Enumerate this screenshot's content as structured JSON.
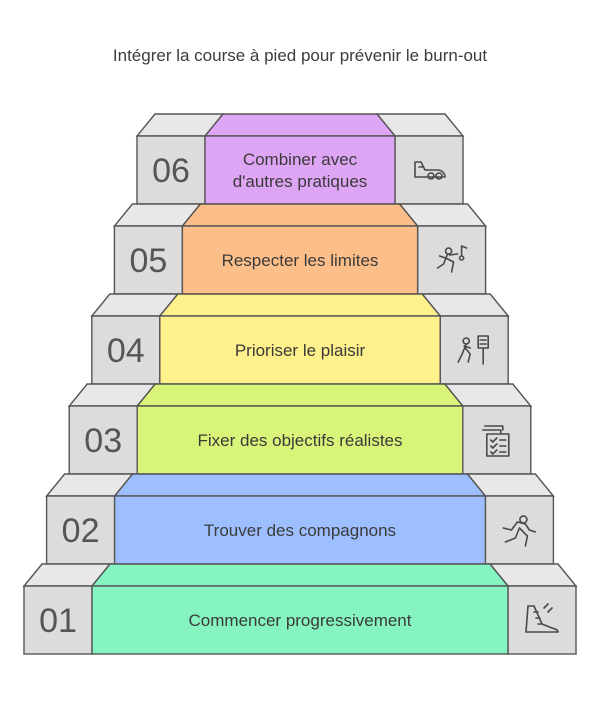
{
  "title": "Intégrer la course à pied pour prévenir le burn-out",
  "steps": [
    {
      "number": "06",
      "label": [
        "Combiner avec",
        "d'autres pratiques"
      ],
      "color": "#dea5f4",
      "icon": "shoe-icon"
    },
    {
      "number": "05",
      "label": [
        "Respecter les limites"
      ],
      "color": "#fdbf8a",
      "icon": "runner-music-icon"
    },
    {
      "number": "04",
      "label": [
        "Prioriser le plaisir"
      ],
      "color": "#fef08a",
      "icon": "walker-sign-icon"
    },
    {
      "number": "03",
      "label": [
        "Fixer des objectifs réalistes"
      ],
      "color": "#d8f57a",
      "icon": "checklist-icon"
    },
    {
      "number": "02",
      "label": [
        "Trouver des compagnons"
      ],
      "color": "#9ebfff",
      "icon": "runner-icon"
    },
    {
      "number": "01",
      "label": [
        "Commencer progressivement"
      ],
      "color": "#86f4c0",
      "icon": "sneaker-icon"
    }
  ],
  "colors": {
    "side": "#dcdcdc",
    "top": "#e8e8e8",
    "stroke": "#555555"
  }
}
